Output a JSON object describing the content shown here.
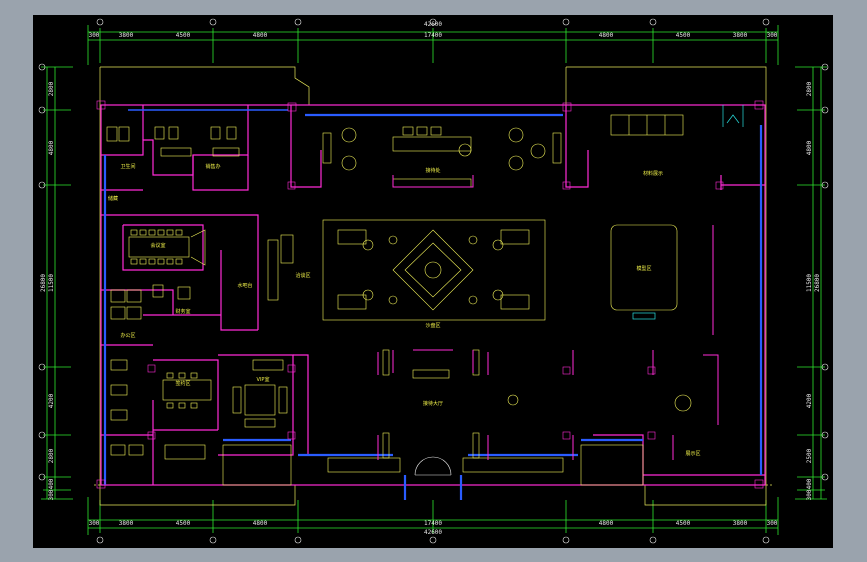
{
  "drawing": {
    "colors": {
      "background": "#000000",
      "frame": "#9aa3ad",
      "dimension": "#2ee82e",
      "wall": "#ff2bd6",
      "glass": "#2a5cff",
      "furniture": "#f5f55a",
      "grid": "#e8e8e8",
      "cyan": "#28e0e0"
    },
    "top_dims": {
      "overall": "42600",
      "inner": "17400",
      "segments": [
        "300",
        "3800",
        "4500",
        "4800",
        "4800",
        "4500",
        "3800",
        "300"
      ]
    },
    "bottom_dims": {
      "overall": "42600",
      "inner": "17400",
      "segments": [
        "300",
        "3800",
        "4500",
        "4800",
        "4800",
        "4500",
        "3800",
        "300"
      ]
    },
    "left_dims": {
      "overall": "26800",
      "inner": "11500",
      "segments": [
        "2800",
        "4800",
        "4200",
        "2800",
        "400",
        "300"
      ]
    },
    "right_dims": {
      "overall": "26800",
      "inner": "11500",
      "segments": [
        "2800",
        "4800",
        "4200",
        "2500",
        "400",
        "300"
      ]
    },
    "rooms": [
      {
        "id": "restroom",
        "title": "卫生间"
      },
      {
        "id": "sales-office",
        "title": "销售办"
      },
      {
        "id": "storage",
        "title": "储藏"
      },
      {
        "id": "meeting-room",
        "title": "会议室"
      },
      {
        "id": "finance",
        "title": "财务室"
      },
      {
        "id": "bar",
        "title": "水吧台"
      },
      {
        "id": "reception",
        "title": "接待处"
      },
      {
        "id": "sales-area",
        "title": "洽谈区"
      },
      {
        "id": "sandtable",
        "title": "沙盘区"
      },
      {
        "id": "vip-room",
        "title": "VIP室"
      },
      {
        "id": "lobby",
        "title": "接待大厅"
      },
      {
        "id": "exhibit",
        "title": "展示区"
      },
      {
        "id": "model-area",
        "title": "模型区"
      },
      {
        "id": "material-area",
        "title": "材料展示"
      },
      {
        "id": "office-left",
        "title": "办公区"
      },
      {
        "id": "signing",
        "title": "签约区"
      }
    ]
  }
}
